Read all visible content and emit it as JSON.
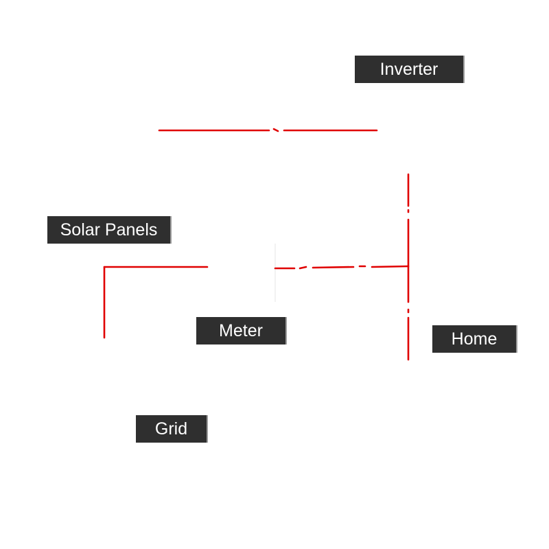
{
  "diagram": {
    "labels": {
      "inverter": "Inverter",
      "solar_panels": "Solar Panels",
      "meter": "Meter",
      "home": "Home",
      "grid": "Grid"
    },
    "colors": {
      "wire": "#e00000",
      "label_background": "#2f2f2f",
      "label_text": "#ffffff",
      "background": "#ffffff"
    }
  }
}
